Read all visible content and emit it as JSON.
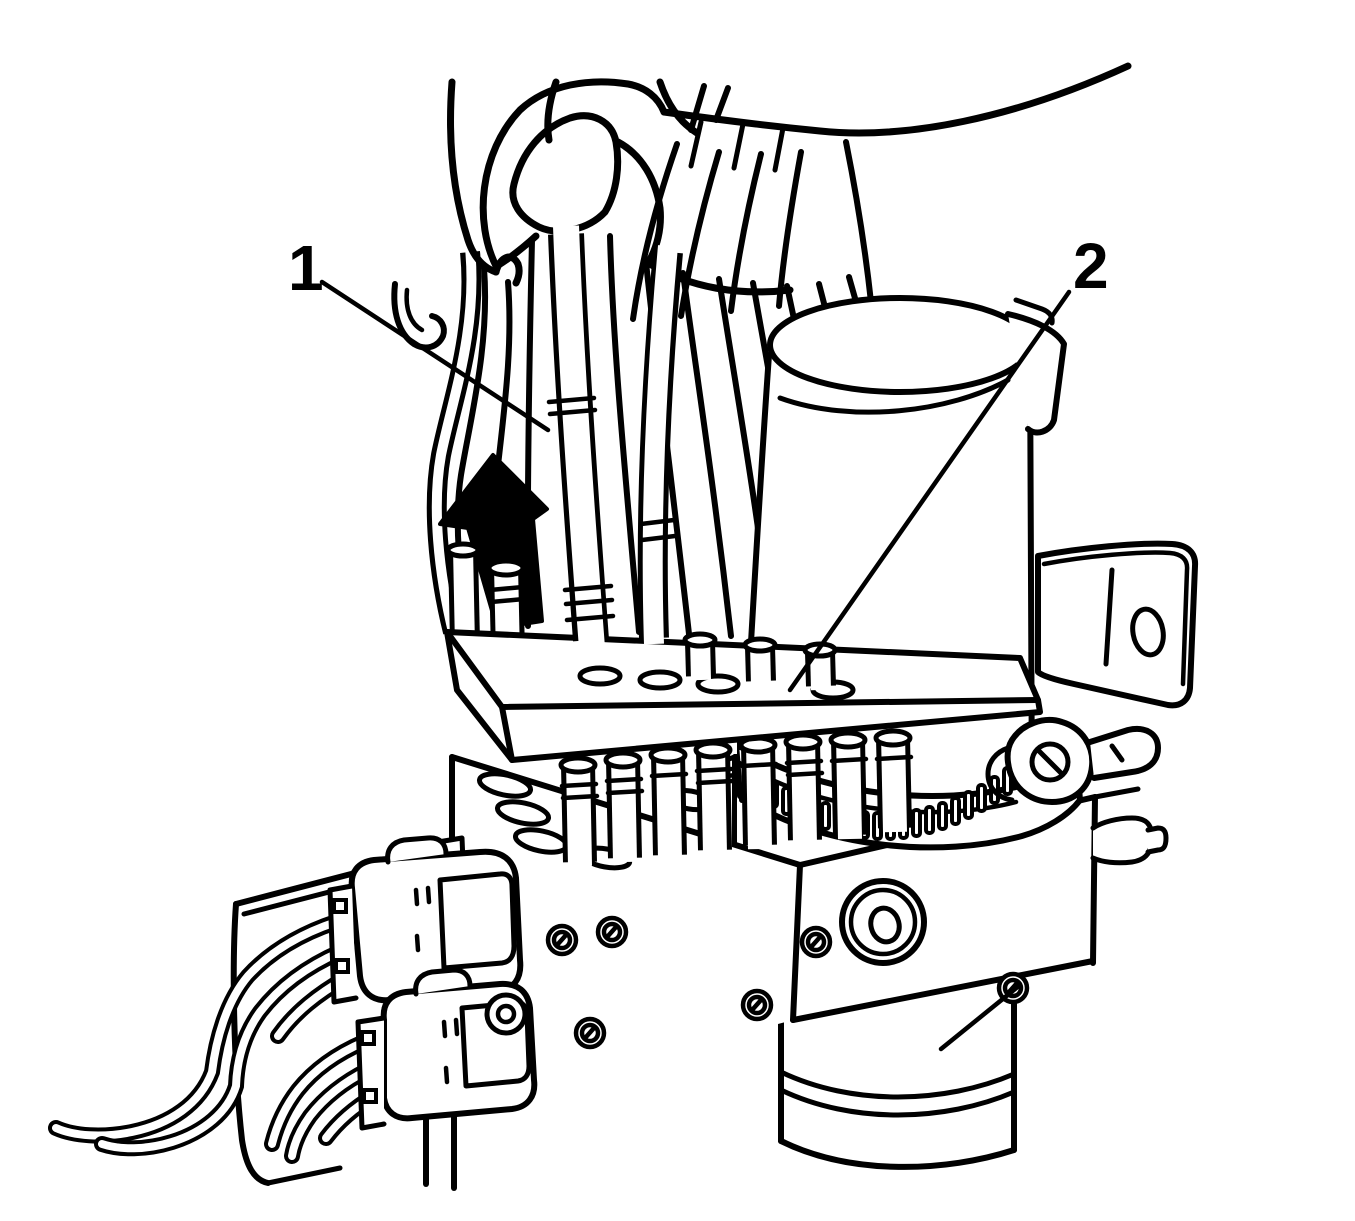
{
  "figure": {
    "type": "technical-line-illustration",
    "description_visible_text_only": "",
    "background_color": "#ffffff",
    "line_color": "#000000",
    "callouts": [
      {
        "label": "1"
      },
      {
        "label": "2"
      }
    ],
    "arrow": {
      "name": "up-arrow",
      "fill": "#000000"
    }
  }
}
